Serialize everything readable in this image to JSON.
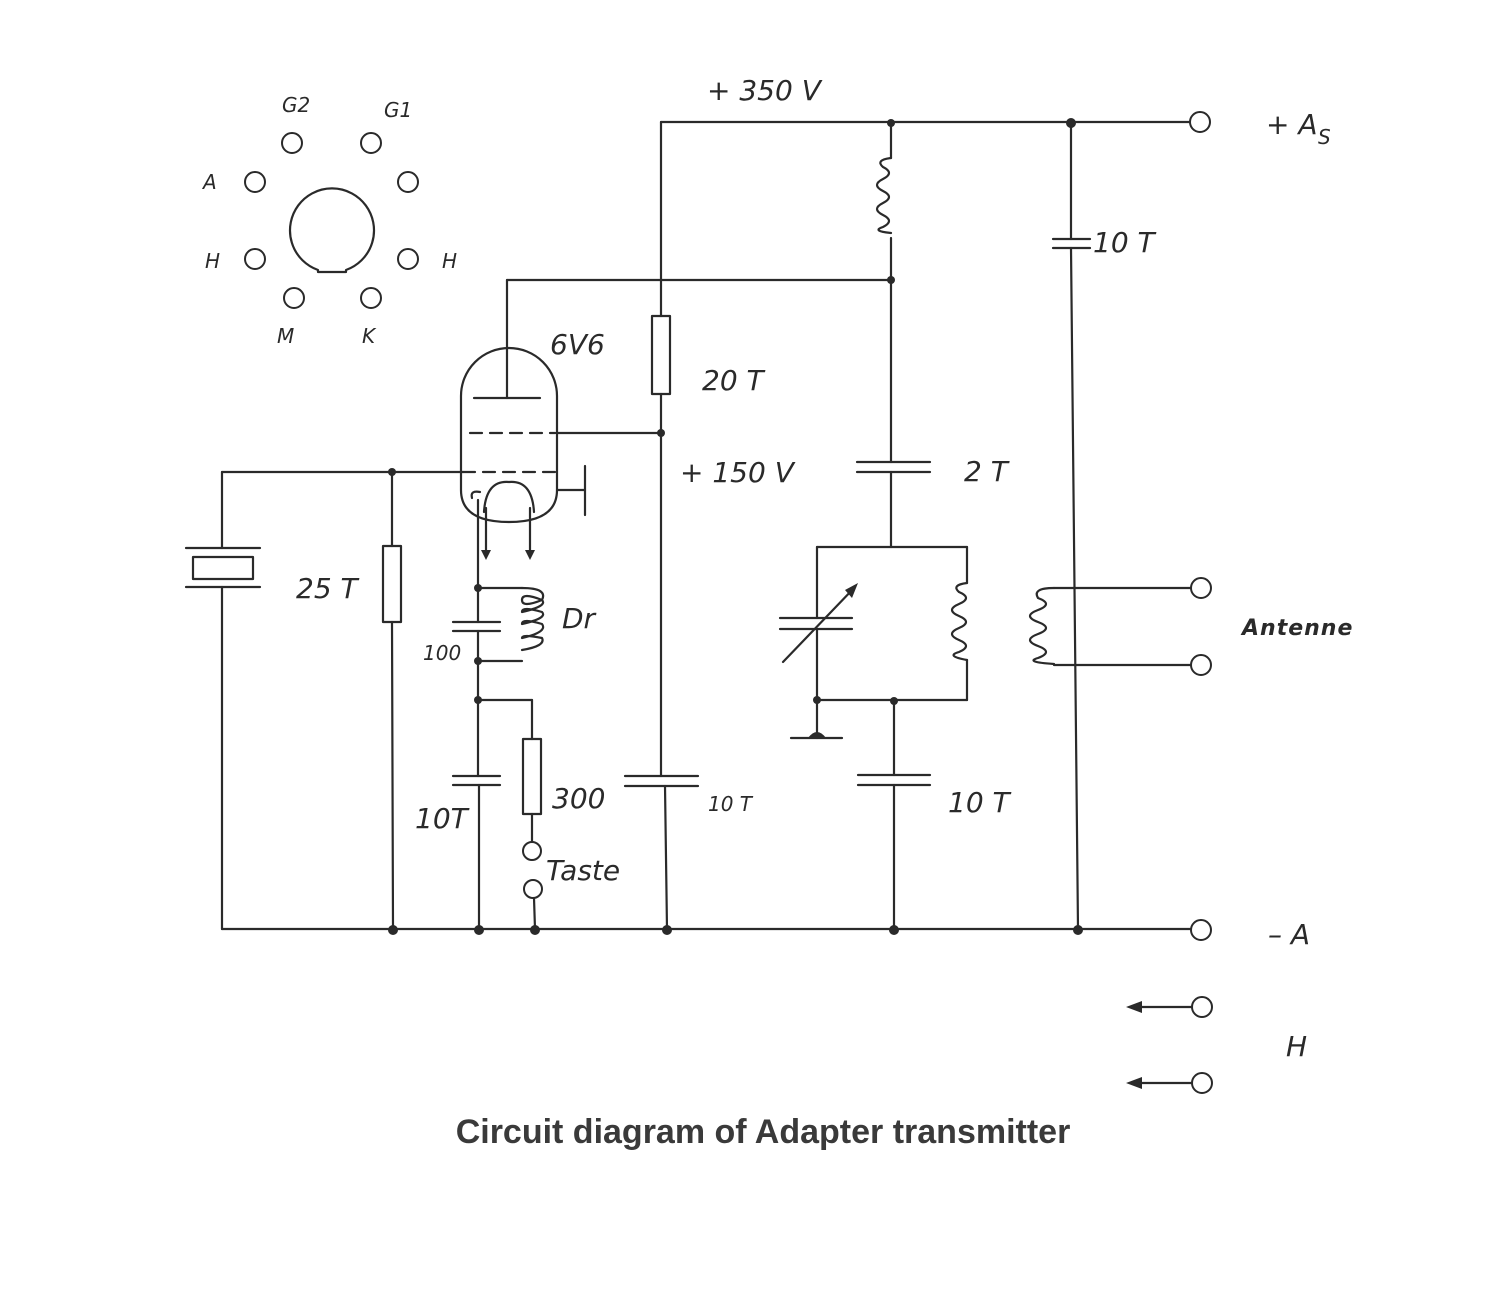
{
  "caption": "Circuit diagram of Adapter transmitter",
  "pinout": {
    "pins": [
      "G2",
      "G1",
      "A",
      "H",
      "H",
      "M",
      "K"
    ]
  },
  "labels": {
    "tube": "6V6",
    "supply_high": "+ 350 V",
    "supply_screen": "+ 150 V",
    "r_screen": "20 T",
    "c_coupling": "2 T",
    "c_bypass_top": "10 T",
    "r_grid": "25 T",
    "choke": "Dr",
    "c_cathode": "100",
    "c_key": "10T",
    "r_key": "300",
    "key": "Taste",
    "c_screen_bypass": "10 T",
    "c_tank_bypass": "10 T",
    "antenna": "Antenne"
  },
  "terminals": {
    "plus_as": "+ A",
    "plus_as_sub": "S",
    "minus_a": "– A",
    "heater": "H"
  }
}
